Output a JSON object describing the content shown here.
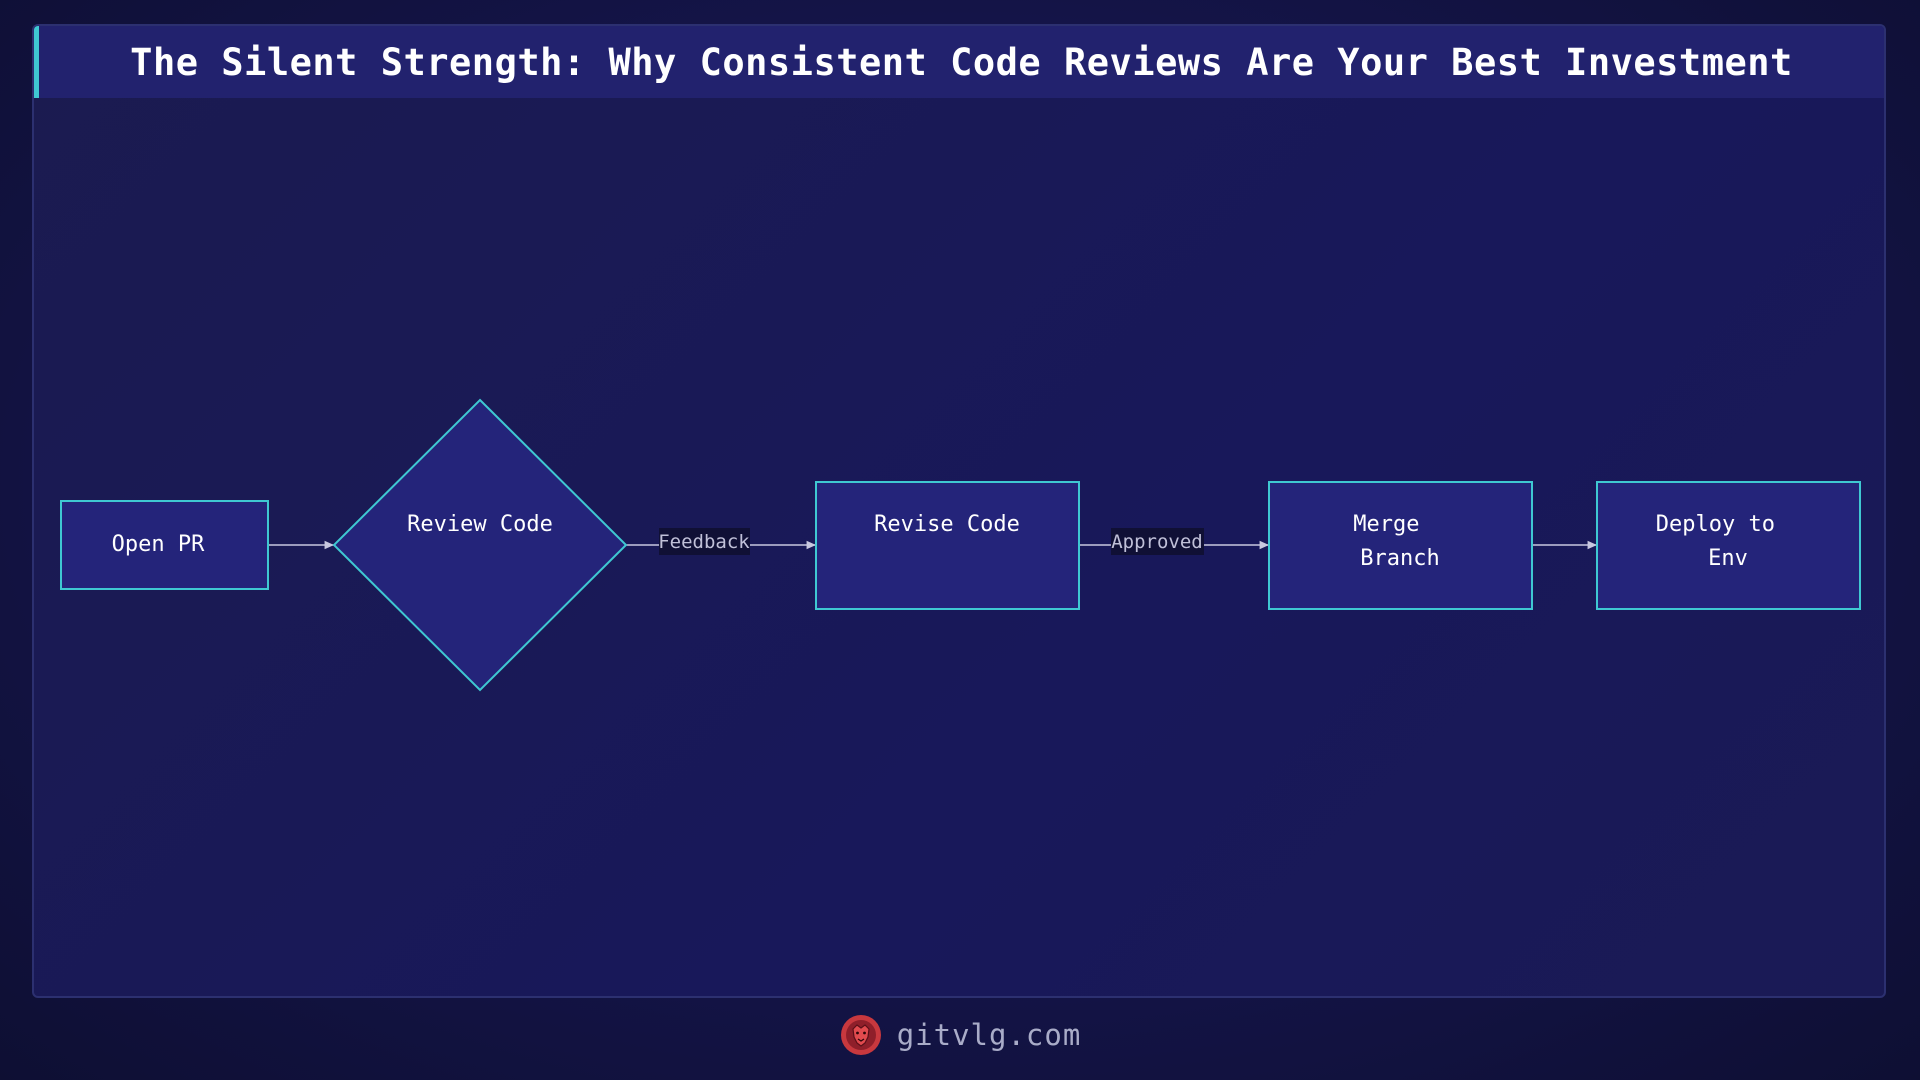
{
  "title": "The Silent Strength: Why Consistent Code Reviews Are Your Best Investment",
  "nodes": {
    "open_pr": {
      "lines": [
        "Open PR"
      ]
    },
    "review_code": {
      "lines": [
        "Review Code"
      ]
    },
    "revise_code": {
      "lines": [
        "Revise Code"
      ]
    },
    "merge_branch": {
      "lines": [
        "Merge",
        "Branch"
      ]
    },
    "deploy_env": {
      "lines": [
        "Deploy to",
        "Env"
      ]
    }
  },
  "edges": {
    "feedback": "Feedback",
    "approved": "Approved"
  },
  "footer": {
    "site": "gitvlg.com",
    "logo_icon": "lion-logo-icon"
  },
  "colors": {
    "node_fill": "#24247a",
    "node_stroke": "#3fc8d2",
    "logo": "#c8383e"
  }
}
